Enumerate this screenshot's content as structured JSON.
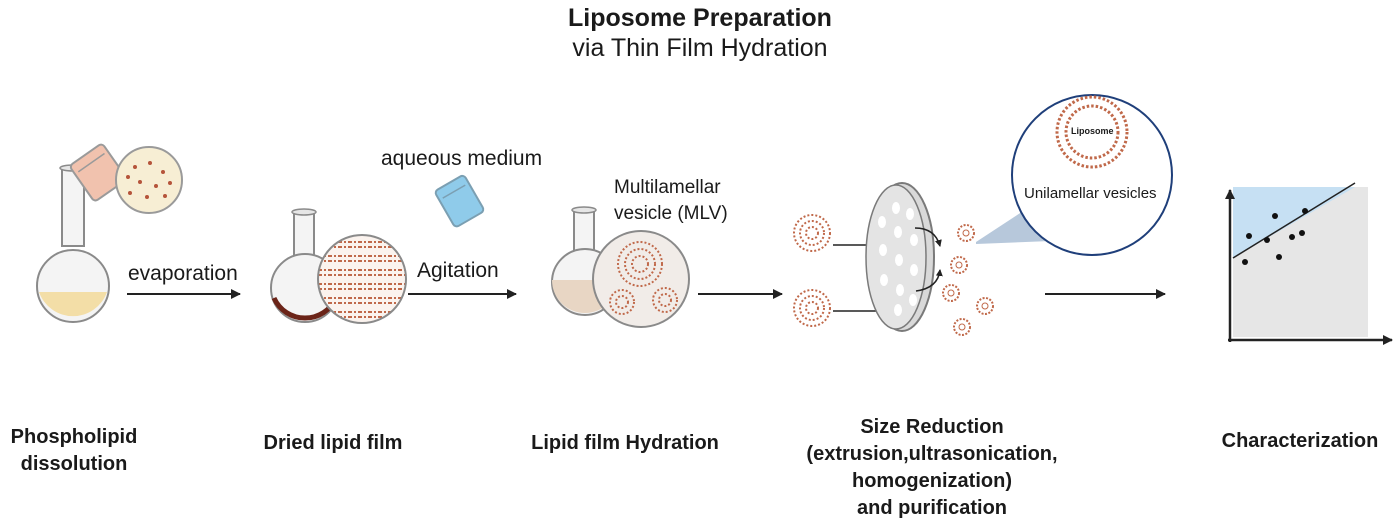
{
  "title": {
    "main": "Liposome Preparation",
    "sub": "via Thin Film Hydration"
  },
  "arrows": {
    "evaporation": "evaporation",
    "aqueous_medium": "aqueous medium",
    "agitation": "Agitation",
    "mlv": [
      "Multilamellar",
      "vesicle (MLV)"
    ],
    "liposome": "Liposome",
    "unilamellar": "Unilamellar vesicles"
  },
  "stages": {
    "s1": [
      "Phospholipid",
      "dissolution"
    ],
    "s2": "Dried lipid film",
    "s3": "Lipid film Hydration",
    "s4": [
      "Size Reduction",
      "(extrusion,ultrasonication,",
      "homogenization)",
      "and purification"
    ],
    "s5": "Characterization"
  },
  "colors": {
    "lipid": "#c0694a",
    "flask_liquid": "#f3dc9e",
    "hydration_liquid": "#e8d6c4",
    "aqueous": "#8fcbea",
    "plot_fill": "#c6e0f3",
    "plot_bg": "#e6e6e6",
    "zoom_circle": "#1f3f7a"
  }
}
